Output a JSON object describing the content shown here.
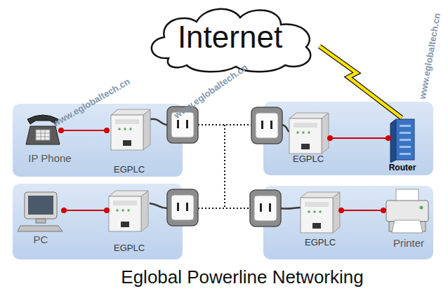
{
  "diagram": {
    "caption": "Eglobal Powerline Networking",
    "nodes": [
      {
        "text": [
          "Internet"
        ]
      },
      {
        "text": [
          "IP Phone"
        ]
      },
      {
        "text": [
          "EGPLC"
        ]
      },
      {
        "text": [
          "EGPLC"
        ]
      },
      {
        "text": [
          "Router"
        ]
      },
      {
        "text": [
          "PC"
        ]
      },
      {
        "text": [
          "EGPLC"
        ]
      },
      {
        "text": [
          "EGPLC"
        ]
      },
      {
        "text": [
          "Printer"
        ]
      }
    ],
    "edges": [
      {
        "from": 1,
        "to": 2,
        "arrow": "none"
      },
      {
        "from": 3,
        "to": 4,
        "arrow": "none"
      },
      {
        "from": 5,
        "to": 6,
        "arrow": "none"
      },
      {
        "from": 7,
        "to": 8,
        "arrow": "none"
      },
      {
        "from": 0,
        "to": 4,
        "arrow": "none"
      }
    ],
    "labels": [
      "www.eglobaltech.cn",
      "www.eglobaltech.cn",
      "www.eglobaltech.cn"
    ]
  }
}
